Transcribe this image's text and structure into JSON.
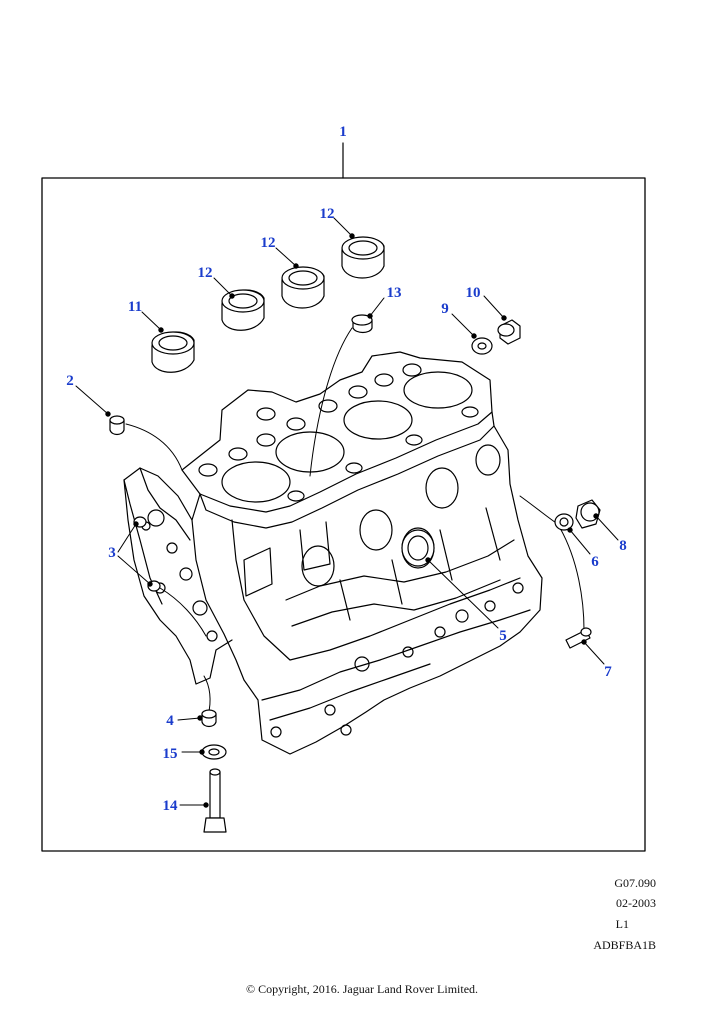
{
  "colors": {
    "callout": "#1a3ccc",
    "line": "#000000",
    "frame": "#000000"
  },
  "callouts": {
    "c1": "1",
    "c2": "2",
    "c3": "3",
    "c4": "4",
    "c5": "5",
    "c6": "6",
    "c7": "7",
    "c8": "8",
    "c9": "9",
    "c10": "10",
    "c11": "11",
    "c12a": "12",
    "c12b": "12",
    "c12c": "12",
    "c13": "13",
    "c14": "14",
    "c15": "15"
  },
  "meta": {
    "figure_code": "G07.090",
    "date": "02-2003",
    "level": "L1",
    "ref": "ADBFBA1B"
  },
  "copyright": "© Copyright, 2016. Jaguar Land Rover Limited."
}
